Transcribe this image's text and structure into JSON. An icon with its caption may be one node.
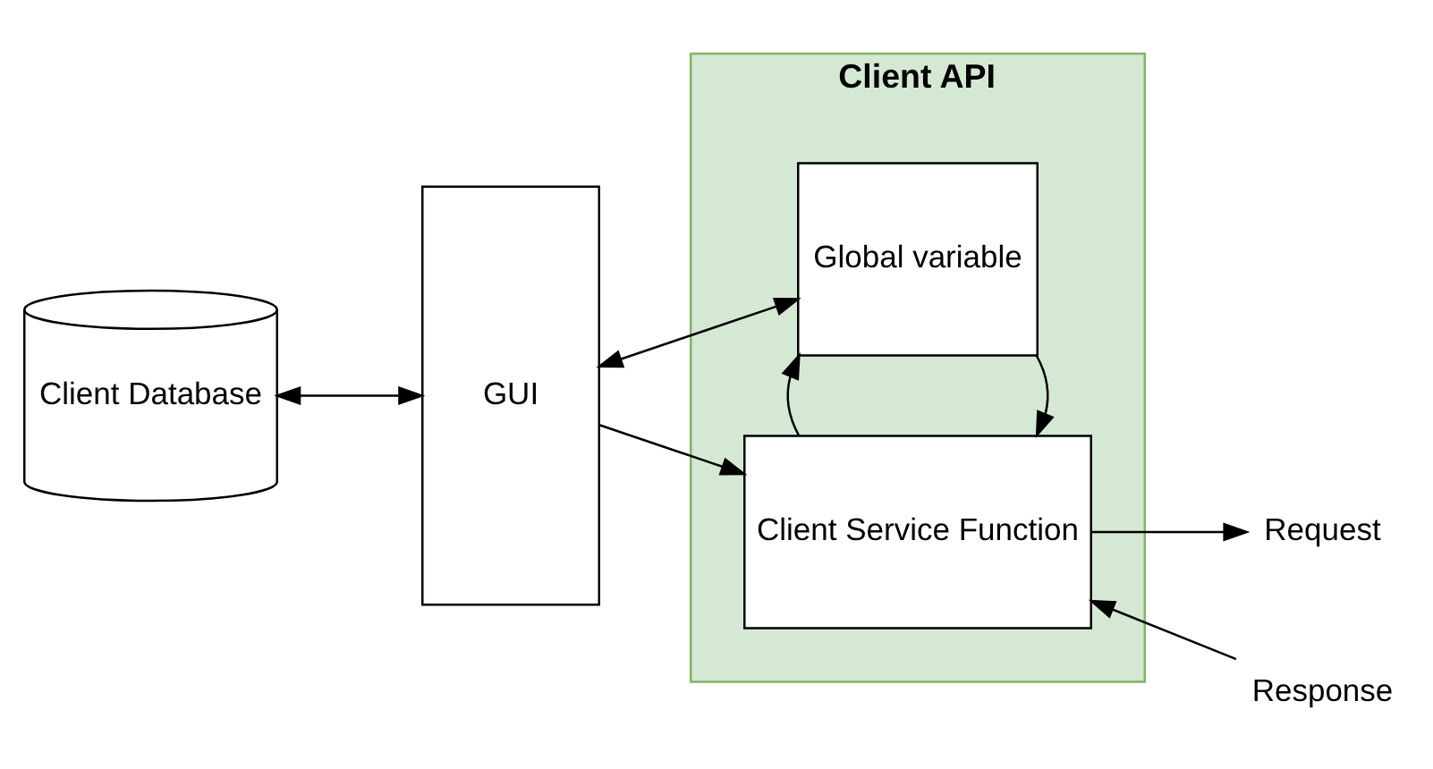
{
  "diagram": {
    "nodes": [
      {
        "text": [
          "Client API"
        ]
      },
      {
        "text": [
          "Client Database"
        ]
      },
      {
        "text": [
          "GUI"
        ]
      },
      {
        "text": [
          "Global variable"
        ],
        "in": 0
      },
      {
        "text": [
          "Client Service Function"
        ],
        "in": 0
      },
      {
        "text": [
          "Request"
        ]
      },
      {
        "text": [
          "Response"
        ]
      }
    ],
    "edges": [
      {
        "from": 1,
        "to": 2,
        "arrow": "both"
      },
      {
        "from": 2,
        "to": 3,
        "arrow": "both"
      },
      {
        "from": 3,
        "to": 4,
        "arrow": "to"
      },
      {
        "from": 4,
        "to": 3,
        "arrow": "to"
      },
      {
        "from": 2,
        "to": 4,
        "arrow": "to"
      },
      {
        "from": 4,
        "to": 5,
        "arrow": "to"
      },
      {
        "from": 6,
        "to": 4,
        "arrow": "to"
      }
    ]
  }
}
